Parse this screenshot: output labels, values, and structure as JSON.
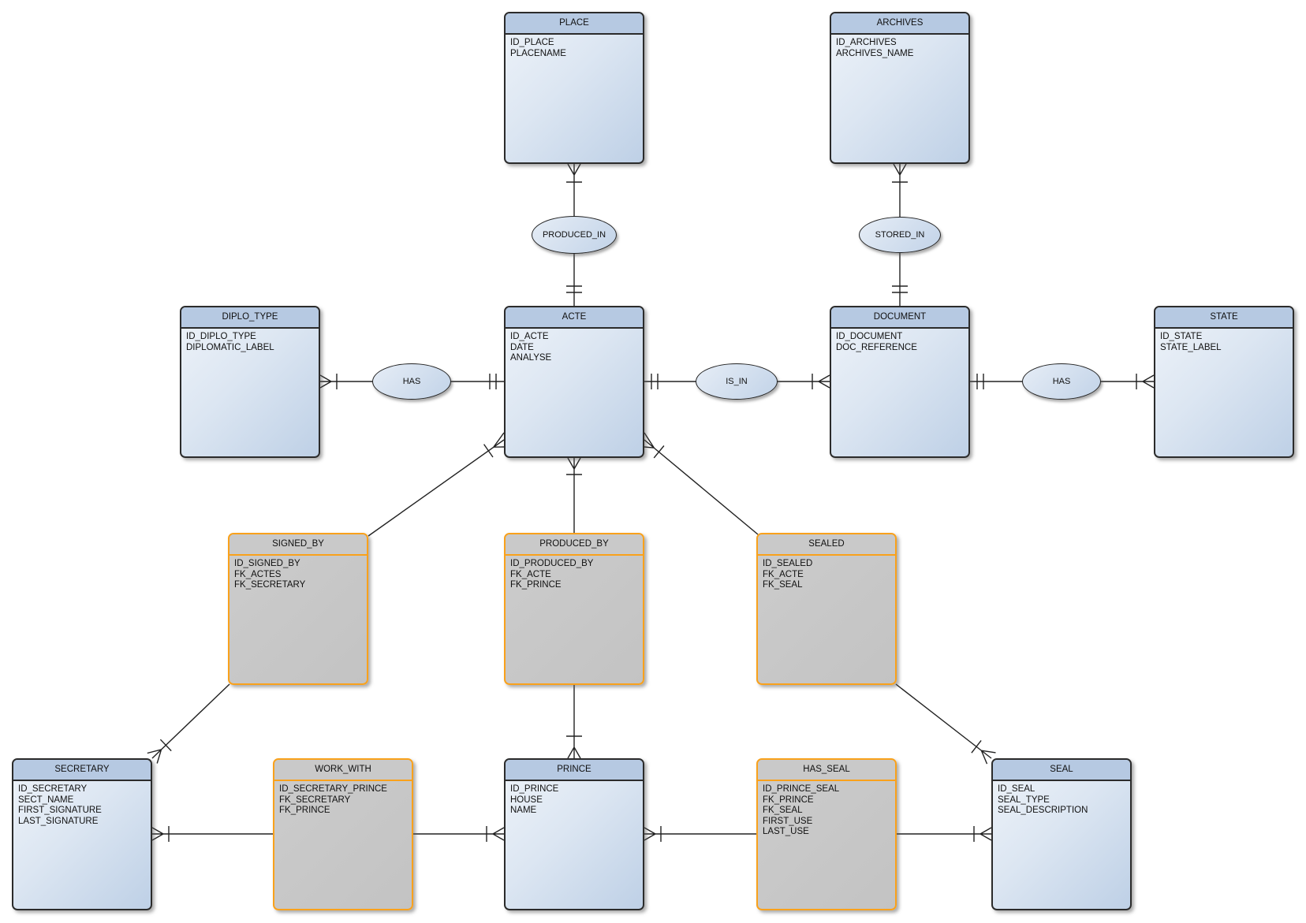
{
  "diagram": {
    "title": "ER diagram",
    "colors": {
      "entity_header": "#b6c9e2",
      "entity_body": "#dce6f2",
      "entity_border": "#2b2b2b",
      "association_fill": "#c6c6c6",
      "association_border": "#f9a11b",
      "line": "#222222"
    },
    "entities": [
      {
        "id": "place",
        "name": "PLACE",
        "kind": "entity",
        "attributes": [
          "ID_PLACE",
          "PLACENAME"
        ]
      },
      {
        "id": "archives",
        "name": "ARCHIVES",
        "kind": "entity",
        "attributes": [
          "ID_ARCHIVES",
          "ARCHIVES_NAME"
        ]
      },
      {
        "id": "diplo_type",
        "name": "DIPLO_TYPE",
        "kind": "entity",
        "attributes": [
          "ID_DIPLO_TYPE",
          "DIPLOMATIC_LABEL"
        ]
      },
      {
        "id": "acte",
        "name": "ACTE",
        "kind": "entity",
        "attributes": [
          "ID_ACTE",
          "DATE",
          "ANALYSE"
        ]
      },
      {
        "id": "document",
        "name": "DOCUMENT",
        "kind": "entity",
        "attributes": [
          "ID_DOCUMENT",
          "DOC_REFERENCE"
        ]
      },
      {
        "id": "state",
        "name": "STATE",
        "kind": "entity",
        "attributes": [
          "ID_STATE",
          "STATE_LABEL"
        ]
      },
      {
        "id": "signed_by",
        "name": "SIGNED_BY",
        "kind": "association",
        "attributes": [
          "ID_SIGNED_BY",
          "FK_ACTES",
          "FK_SECRETARY"
        ]
      },
      {
        "id": "produced_by",
        "name": "PRODUCED_BY",
        "kind": "association",
        "attributes": [
          "ID_PRODUCED_BY",
          "FK_ACTE",
          "FK_PRINCE"
        ]
      },
      {
        "id": "sealed",
        "name": "SEALED",
        "kind": "association",
        "attributes": [
          "ID_SEALED",
          "FK_ACTE",
          "FK_SEAL"
        ]
      },
      {
        "id": "secretary",
        "name": "SECRETARY",
        "kind": "entity",
        "attributes": [
          "ID_SECRETARY",
          "SECT_NAME",
          "FIRST_SIGNATURE",
          "LAST_SIGNATURE"
        ]
      },
      {
        "id": "work_with",
        "name": "WORK_WITH",
        "kind": "association",
        "attributes": [
          "ID_SECRETARY_PRINCE",
          "FK_SECRETARY",
          "FK_PRINCE"
        ]
      },
      {
        "id": "prince",
        "name": "PRINCE",
        "kind": "entity",
        "attributes": [
          "ID_PRINCE",
          "HOUSE",
          "NAME"
        ]
      },
      {
        "id": "has_seal",
        "name": "HAS_SEAL",
        "kind": "association",
        "attributes": [
          "ID_PRINCE_SEAL",
          "FK_PRINCE",
          "FK_SEAL",
          "FIRST_USE",
          "LAST_USE"
        ]
      },
      {
        "id": "seal",
        "name": "SEAL",
        "kind": "entity",
        "attributes": [
          "ID_SEAL",
          "SEAL_TYPE",
          "SEAL_DESCRIPTION"
        ]
      }
    ],
    "relationships": [
      {
        "id": "produced_in",
        "label": "PRODUCED_IN",
        "between": [
          "PLACE",
          "ACTE"
        ]
      },
      {
        "id": "stored_in",
        "label": "STORED_IN",
        "between": [
          "ARCHIVES",
          "DOCUMENT"
        ]
      },
      {
        "id": "has_diplo",
        "label": "HAS",
        "between": [
          "DIPLO_TYPE",
          "ACTE"
        ]
      },
      {
        "id": "is_in",
        "label": "IS_IN",
        "between": [
          "ACTE",
          "DOCUMENT"
        ]
      },
      {
        "id": "has_state",
        "label": "HAS",
        "between": [
          "DOCUMENT",
          "STATE"
        ]
      }
    ]
  }
}
